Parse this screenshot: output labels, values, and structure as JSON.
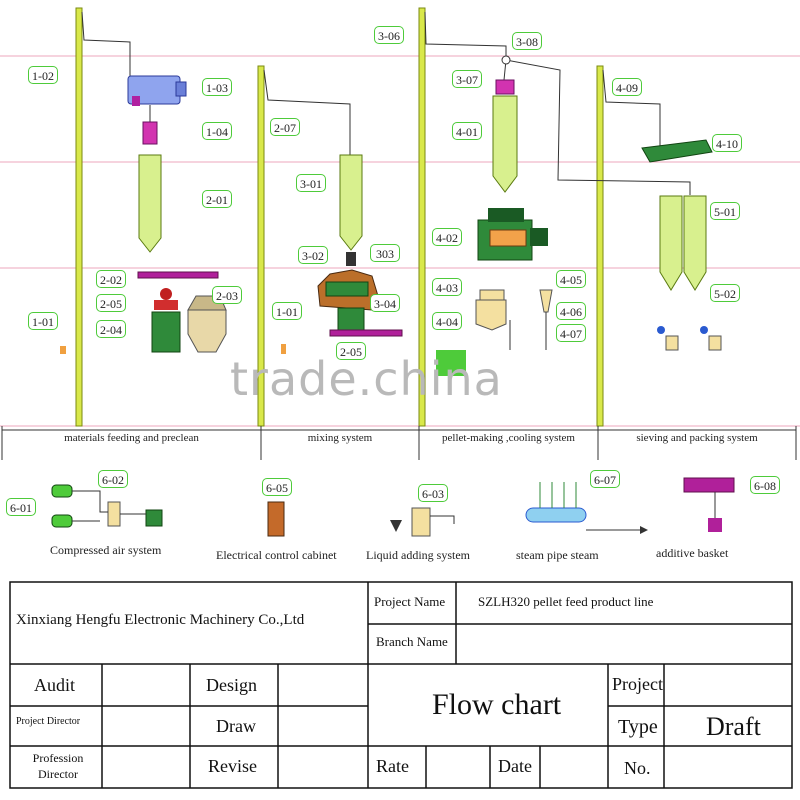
{
  "watermark": "trade.china",
  "labels": {
    "l1_01": "1-01",
    "l1_02": "1-02",
    "l1_03": "1-03",
    "l1_04": "1-04",
    "l2_01": "2-01",
    "l2_02": "2-02",
    "l2_03": "2-03",
    "l2_04": "2-04",
    "l2_05": "2-05",
    "l2_07": "2-07",
    "l2_05b": "2-05",
    "l3_01": "3-01",
    "l3_02": "3-02",
    "l303": "303",
    "l3_04": "3-04",
    "l1_01b": "1-01",
    "l3_06": "3-06",
    "l3_07": "3-07",
    "l3_08": "3-08",
    "l4_01": "4-01",
    "l4_02": "4-02",
    "l4_03": "4-03",
    "l4_04": "4-04",
    "l4_05": "4-05",
    "l4_06": "4-06",
    "l4_07": "4-07",
    "l4_09": "4-09",
    "l4_10": "4-10",
    "l5_01": "5-01",
    "l5_02": "5-02",
    "l6_01": "6-01",
    "l6_02": "6-02",
    "l6_05": "6-05",
    "l6_03": "6-03",
    "l6_07": "6-07",
    "l6_08": "6-08"
  },
  "systems": {
    "feeding": "materials feeding and preclean",
    "mixing": "mixing system",
    "pellet": "pellet-making ,cooling  system",
    "sieving": "sieving and packing system"
  },
  "aux_systems": {
    "air": "Compressed air system",
    "cabinet": "Electrical control cabinet",
    "liquid": "Liquid adding system",
    "steam": "steam pipe steam",
    "additive": "additive basket"
  },
  "title_block": {
    "company": "Xinxiang Hengfu Electronic Machinery Co.,Ltd",
    "project_name_label": "Project Name",
    "project_name_value": "SZLH320 pellet feed product line",
    "branch_name_label": "Branch Name",
    "branch_name_value": "",
    "audit": "Audit",
    "design": "Design",
    "project_director": "Project Director",
    "draw": "Draw",
    "profession_director": "Profession Director",
    "revise": "Revise",
    "drawing_title": "Flow chart",
    "project": "Project",
    "type": "Type",
    "draft": "Draft",
    "rate": "Rate",
    "date": "Date",
    "no": "No."
  },
  "colors": {
    "label_border": "#4ecb3a",
    "elevator": "#d9e84a",
    "silo": "#d8f08e",
    "machine_green": "#2f8a3a",
    "conveyor": "#b0209a",
    "guide_line": "#e78aa6"
  }
}
